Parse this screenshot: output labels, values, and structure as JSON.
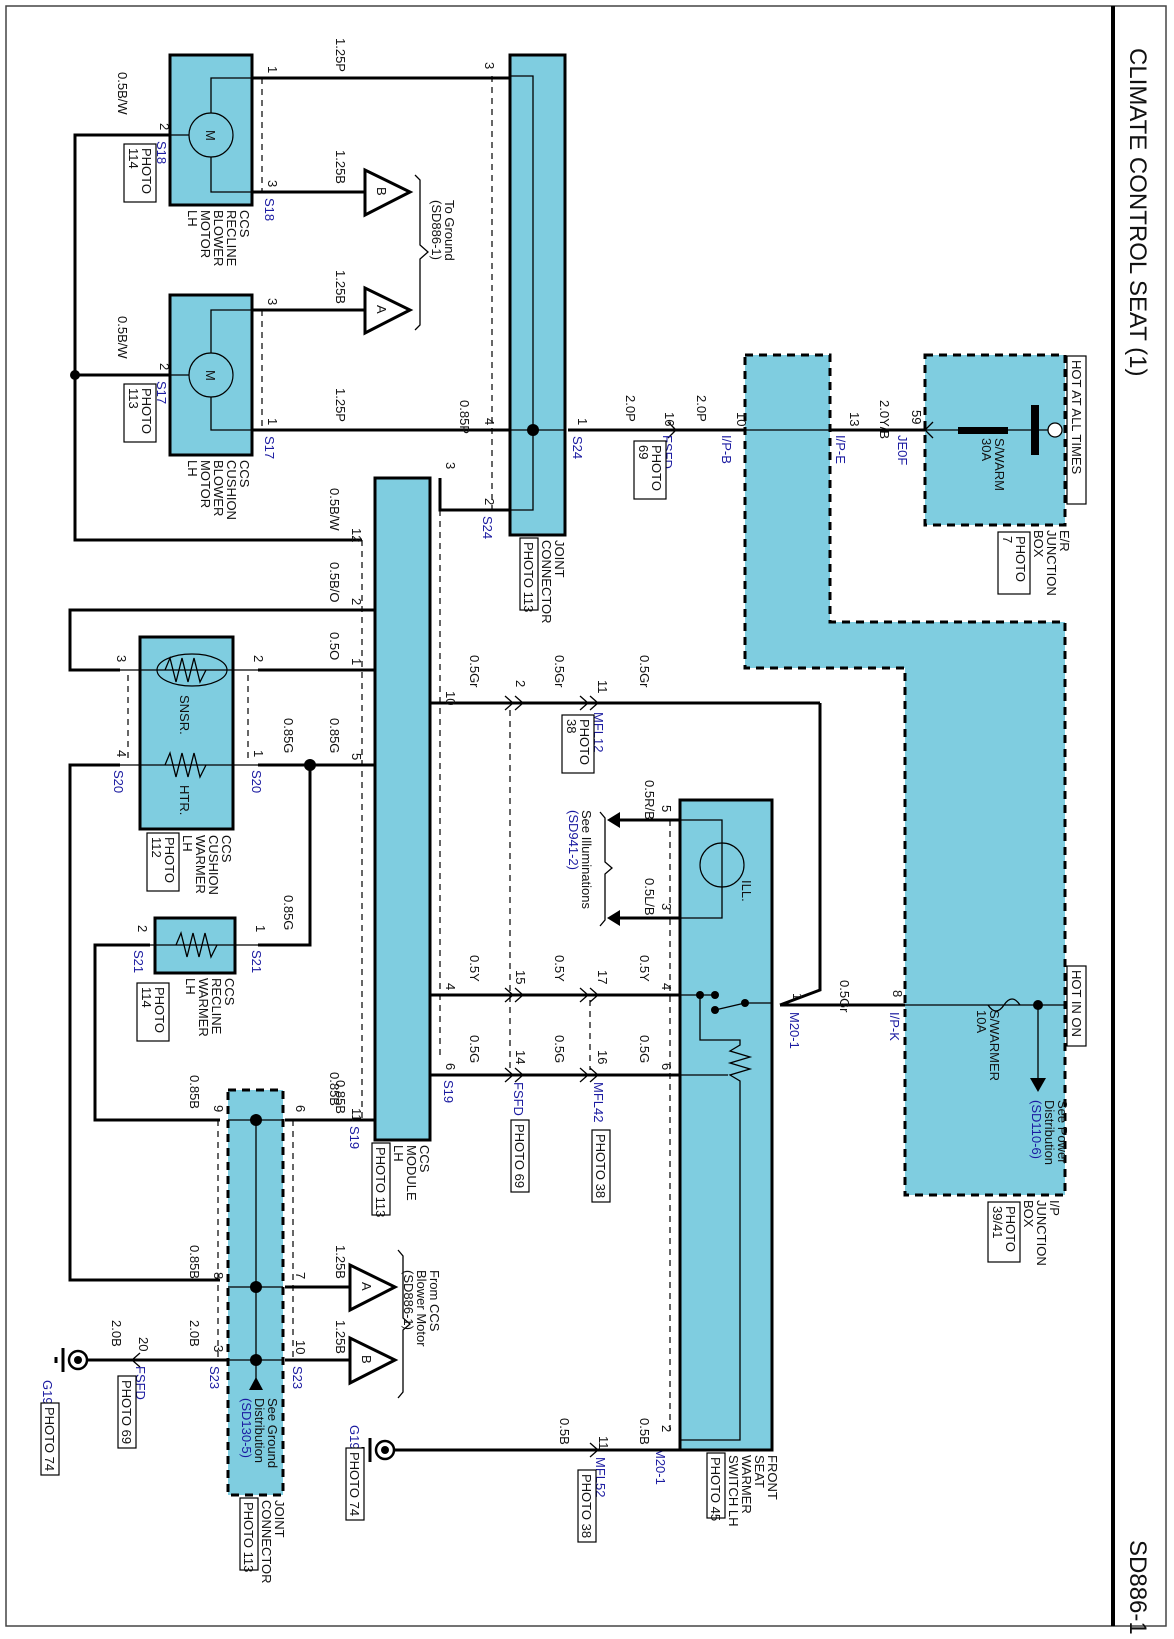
{
  "header": {
    "title": "CLIMATE CONTROL SEAT (1)",
    "page_id": "SD886-1"
  },
  "power": {
    "hot_at_all_times": "HOT AT ALL TIMES",
    "hot_in_on": "HOT IN ON",
    "er_box": {
      "name": [
        "E/R",
        "JUNCTION",
        "BOX"
      ],
      "photo": [
        "PHOTO",
        "7"
      ],
      "fuse": [
        "S/WARM",
        "30A"
      ],
      "pin": "59",
      "conn": "JE0F",
      "wire": "2.0Y/B"
    },
    "ip_box": {
      "name": [
        "I/P",
        "JUNCTION",
        "BOX"
      ],
      "photo": [
        "PHOTO",
        "39/41"
      ],
      "fuse": [
        "S/WARMER",
        "10A"
      ],
      "see": [
        "See Power",
        "Distribution"
      ],
      "see_ref": "(SD110-6)"
    },
    "ip_e": {
      "pin": "13",
      "conn": "I/P-E"
    },
    "ip_b": {
      "pin": "10",
      "conn": "I/P-B",
      "wire": "2.0P"
    },
    "ip_k": {
      "pin": "8",
      "conn": "I/P-K",
      "wire": "0.5Gr"
    }
  },
  "fsfd_top": {
    "pin": "16",
    "conn": "FSFD",
    "photo": [
      "PHOTO",
      "69"
    ],
    "wire": "2.0P"
  },
  "joint_connector_top": {
    "name": [
      "JOINT",
      "CONNECTOR"
    ],
    "photo": "PHOTO 113",
    "conn": "S24",
    "pins": {
      "p3": "3",
      "p4": "4",
      "p1": "1",
      "p2": "2"
    },
    "wire_to_module": "0.85P"
  },
  "recline_blower": {
    "name": [
      "CCS",
      "RECLINE",
      "BLOWER",
      "MOTOR",
      "LH"
    ],
    "photo": [
      "PHOTO",
      "114"
    ],
    "conn": "S18",
    "pin1": "1",
    "pin2": "2",
    "pin3": "3",
    "motor": "M",
    "wire1": "1.25P",
    "wire3": "1.25B",
    "wire2": "0.5B/W"
  },
  "cushion_blower": {
    "name": [
      "CCS",
      "CUSHION",
      "BLOWER",
      "MOTOR",
      "LH"
    ],
    "photo": [
      "PHOTO",
      "113"
    ],
    "conn": "S17",
    "pin1": "1",
    "pin2": "2",
    "pin3": "3",
    "motor": "M",
    "wire1": "1.25P",
    "wire3": "1.25B",
    "wire2": "0.5B/W"
  },
  "to_ground": {
    "text": [
      "To Ground",
      "(SD886-1)"
    ],
    "a": "A",
    "b": "B"
  },
  "ccs_module": {
    "name": [
      "CCS",
      "MODULE",
      "LH"
    ],
    "photo": "PHOTO 113",
    "conn": "S19",
    "pins": [
      {
        "pin": "12",
        "wire": "0.5B/W"
      },
      {
        "pin": "2",
        "wire": "0.5B/O"
      },
      {
        "pin": "1",
        "wire": "0.5O"
      },
      {
        "pin": "5",
        "wire": "0.85G"
      },
      {
        "pin": "11",
        "wire": "0.85B"
      },
      {
        "pin": "3",
        "wire": "0.85P"
      },
      {
        "pin": "10",
        "wire": "0.5Gr"
      },
      {
        "pin": "4",
        "wire": "0.5Y"
      },
      {
        "pin": "6",
        "wire": "0.5G"
      }
    ]
  },
  "cushion_warmer": {
    "name": [
      "CCS",
      "CUSHION",
      "WARMER",
      "LH"
    ],
    "photo": [
      "PHOTO",
      "112"
    ],
    "conn": "S20",
    "snsr": "SNSR.",
    "htr": "HTR.",
    "pins": {
      "p1": "1",
      "p2": "2",
      "p3": "3",
      "p4": "4"
    },
    "wire_htr": "0.85G"
  },
  "recline_warmer": {
    "name": [
      "CCS",
      "RECLINE",
      "WARMER",
      "LH"
    ],
    "photo": [
      "PHOTO",
      "114"
    ],
    "conn": "S21",
    "pin1": "1",
    "pin2": "2",
    "wire1": "0.85G"
  },
  "fsfd_mid": {
    "conn": "FSFD",
    "photo": "PHOTO 69",
    "pins": [
      "2",
      "15",
      "14"
    ],
    "wires": [
      "0.5Gr",
      "0.5Y",
      "0.5G"
    ]
  },
  "mfl": {
    "mfl12": {
      "pin": "11",
      "conn": "MFL12",
      "photo": [
        "PHOTO",
        "38"
      ],
      "wire": "0.5Gr"
    },
    "mfl42": {
      "pins": [
        "17",
        "16"
      ],
      "conn": "MFL42",
      "photo": "PHOTO 38",
      "wires": [
        "0.5Y",
        "0.5G"
      ]
    },
    "mfl52": {
      "pin": "11",
      "conn": "MFL52",
      "photo": "PHOTO 38",
      "wire": "0.5B"
    }
  },
  "switch": {
    "name": [
      "FRONT",
      "SEAT",
      "WARMER",
      "SWITCH LH"
    ],
    "photo": "PHOTO 45",
    "conn": "M20-1",
    "ill": "ILL.",
    "pins": {
      "p5": "5",
      "p3": "3",
      "p4": "4",
      "p6": "6",
      "p1": "1",
      "p2": "2"
    },
    "wires": {
      "p5": "0.5R/B",
      "p3": "0.5L/B",
      "p4": "0.5Y",
      "p6": "0.5G",
      "p2": "0.5B"
    },
    "see": "See Illuminations",
    "see_ref": "(SD941-2)"
  },
  "joint_connector_bottom": {
    "name": [
      "JOINT",
      "CONNECTOR"
    ],
    "photo": "PHOTO 113",
    "conn": "S23",
    "pins": {
      "p6": "6",
      "p9": "9",
      "p7": "7",
      "p8": "8",
      "p10": "10",
      "p3": "3"
    },
    "wires": {
      "p6": "0.85B",
      "p9": "0.85B",
      "p7": "1.25B",
      "p8": "0.85B",
      "p10": "1.25B",
      "p3": "2.0B"
    },
    "see": [
      "See Ground",
      "Distribution"
    ],
    "see_ref": "(SD130-5)",
    "from": [
      "From CCS",
      "Blower Motor",
      "(SD886-1)"
    ]
  },
  "ground": {
    "g19_left": {
      "name": "G19",
      "photo": "PHOTO 74",
      "fsfd_pin": "20",
      "fsfd": "FSFD",
      "fsfd_photo": "PHOTO 69",
      "wire": "2.0B"
    },
    "g19_right": {
      "name": "G19",
      "photo": "PHOTO 74",
      "wire": "0.5B"
    }
  }
}
